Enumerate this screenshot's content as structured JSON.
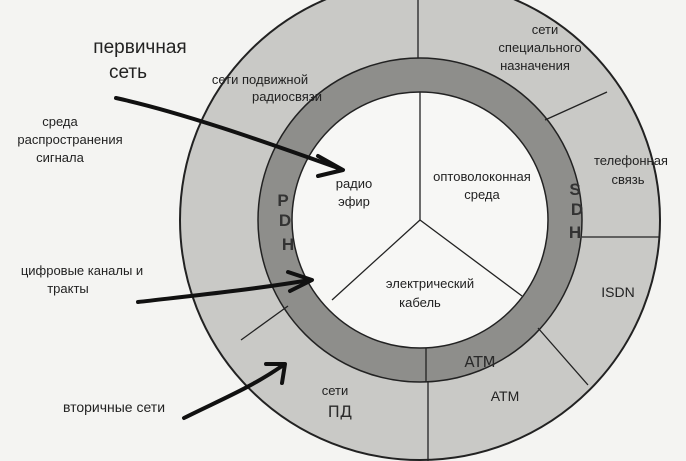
{
  "left_labels": {
    "primary_net_line1": "первичная",
    "primary_net_line2": "сеть",
    "medium_line1": "среда",
    "medium_line2": "распространения",
    "medium_line3": "сигнала",
    "channels_line1": "цифровые каналы и",
    "channels_line2": "тракты",
    "secondary": "вторичные сети"
  },
  "inner_sectors": {
    "radio_line1": "радио",
    "radio_line2": "эфир",
    "fiber_line1": "оптоволоконная",
    "fiber_line2": "среда",
    "cable_line1": "электрический",
    "cable_line2": "кабель"
  },
  "middle_ring": {
    "pdh": [
      "P",
      "D",
      "H"
    ],
    "sdh": [
      "S",
      "D",
      "H"
    ],
    "atm": "ATM"
  },
  "outer_ring": {
    "mobile_line1": "сети подвижной",
    "mobile_line2": "радиосвязи",
    "special_line1": "сети",
    "special_line2": "специального",
    "special_line3": "назначения",
    "phone_line1": "телефонная",
    "phone_line2": "связь",
    "isdn": "ISDN",
    "atm": "ATM",
    "pd_line1": "сети",
    "pd_line2": "ПД"
  },
  "colors": {
    "outer_ring": "#c9c9c6",
    "middle_ring": "#8e8e8b",
    "inner_disc": "#f7f7f5",
    "ink": "#1f1f1f"
  }
}
